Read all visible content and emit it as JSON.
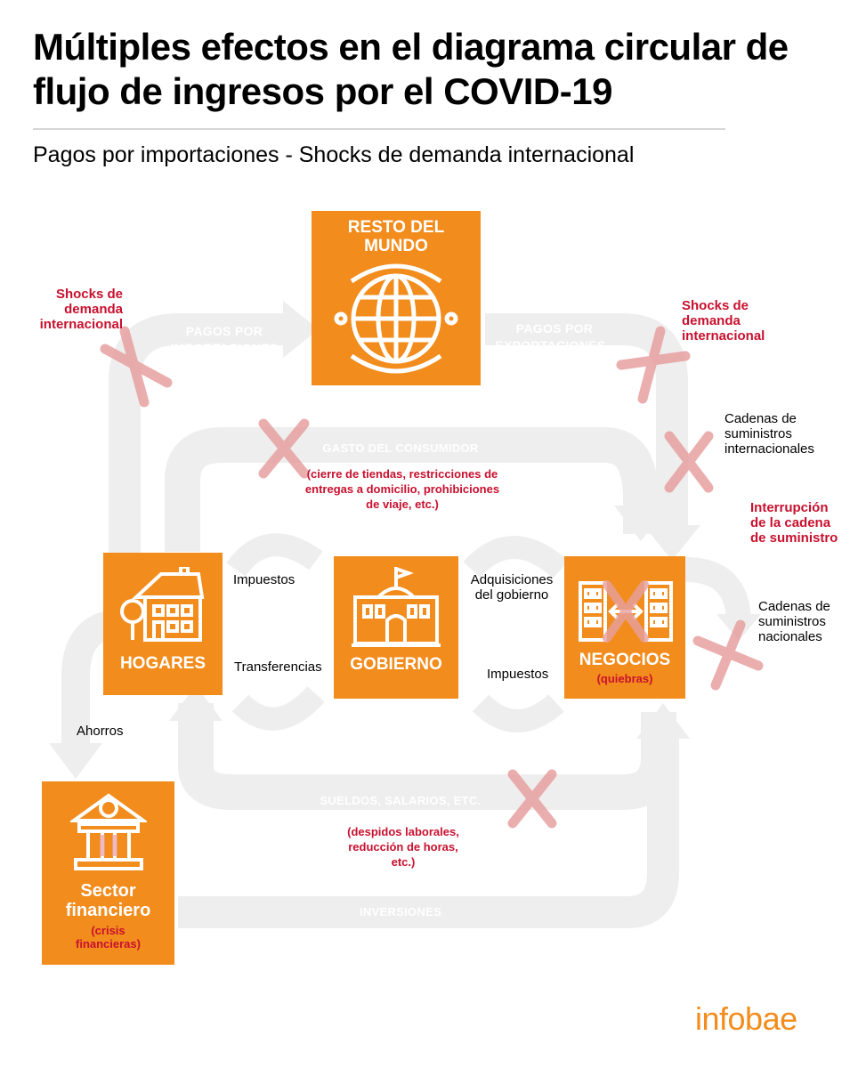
{
  "header": {
    "title": "Múltiples efectos en el diagrama circular de flujo de ingresos por el COVID-19",
    "subtitle": "Pagos por importaciones - Shocks de demanda internacional"
  },
  "nodes": {
    "resto": "RESTO DEL MUNDO",
    "hogares": "HOGARES",
    "gobierno": "GOBIERNO",
    "negocios": "NEGOCIOS",
    "negocios_sub": "(quiebras)",
    "sector": "Sector financiero",
    "sector_sub": "(crisis financieras)"
  },
  "flows": {
    "importaciones": "PAGOS POR IMPORTACIONES",
    "exportaciones": "PAGOS POR EXPORTACIONES -",
    "gasto": "GASTO DEL CONSUMIDOR",
    "gasto_note": "(cierre de tiendas, restricciones de entregas a domicilio, prohibiciones de viaje, etc.)",
    "sueldos": "SUELDOS, SALARIOS, ETC.",
    "sueldos_note": "(despidos laborales, reducción de horas, etc.)",
    "inversiones": "INVERSIONES"
  },
  "labels": {
    "impuestos_left": "Impuestos",
    "transferencias": "Transferencias",
    "adquisiciones": "Adquisiciones del gobierno",
    "impuestos_right": "Impuestos",
    "ahorros": "Ahorros",
    "cadenas_int": "Cadenas de suministros internacionales",
    "cadenas_nac": "Cadenas de suministros nacionales"
  },
  "shocks": {
    "left": "Shocks de demanda internacional",
    "right": "Shocks de demanda internacional",
    "interrupcion": "Interrupción de la cadena de suministro"
  },
  "brand": {
    "logo": "infobae",
    "accent": "#f28c1c",
    "alert": "#c8102e"
  }
}
